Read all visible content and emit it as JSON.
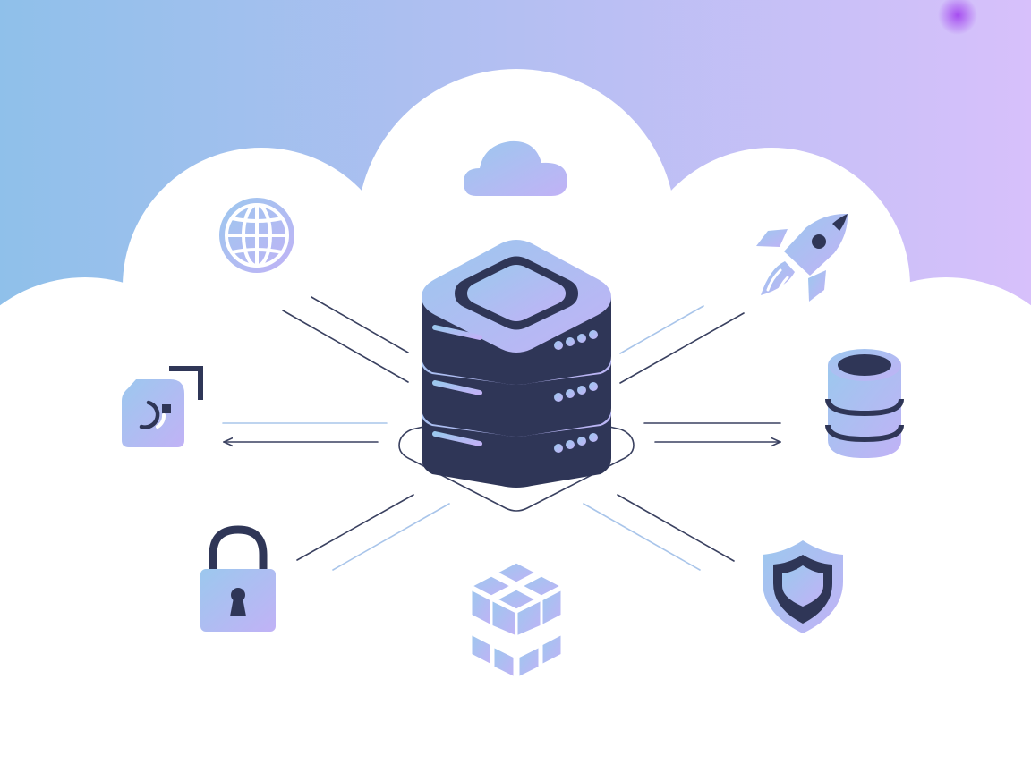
{
  "diagram": {
    "theme": {
      "background_left": "#8fc0ea",
      "background_mid": "#b4bff2",
      "background_right": "#d7c0fb",
      "cloud_fill": "#ffffff",
      "icon_gradient_start": "#9cc8ee",
      "icon_gradient_end": "#c1b2f6",
      "navy": "#2f3657",
      "line_dark": "#3a4160",
      "line_light": "#a9c5ea",
      "glow": "#a64df0"
    },
    "central_node": {
      "icon": "server-stack-icon"
    },
    "satellites": [
      {
        "id": "cloud",
        "icon": "cloud-icon"
      },
      {
        "id": "web",
        "icon": "globe-icon"
      },
      {
        "id": "deploy",
        "icon": "rocket-icon"
      },
      {
        "id": "migration",
        "icon": "transfer-document-icon"
      },
      {
        "id": "database",
        "icon": "database-icon"
      },
      {
        "id": "security",
        "icon": "padlock-icon"
      },
      {
        "id": "modules",
        "icon": "cube-cluster-icon"
      },
      {
        "id": "protection",
        "icon": "shield-icon"
      }
    ]
  }
}
